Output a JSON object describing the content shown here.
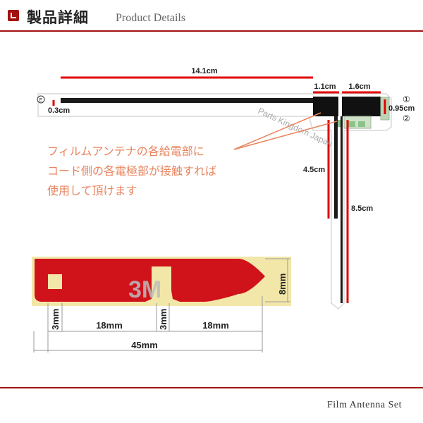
{
  "header": {
    "title": "製品詳細",
    "subtitle": "Product Details"
  },
  "footer": {
    "label": "Film Antenna Set"
  },
  "antenna": {
    "length_label": "14.1cm",
    "width_label": "0.3cm",
    "seg1_label": "1.1cm",
    "seg2_label": "1.6cm",
    "height_label": "0.95cm",
    "lead1_label": "4.5cm",
    "lead2_label": "8.5cm",
    "marker_e": "E",
    "marker_1": "①",
    "marker_2": "②",
    "watermark": "Parts Kingdom Japan"
  },
  "note": {
    "lines": [
      "フィルムアンテナの各給電部に",
      "コード側の各電極部が接触すれば",
      "使用して頂けます"
    ]
  },
  "tape": {
    "height_label": "8mm",
    "gap1_label": "3mm",
    "seg1_label": "18mm",
    "gap2_label": "3mm",
    "seg2_label": "18mm",
    "total_label": "45mm",
    "logo": "3M"
  },
  "colors": {
    "accent": "#a31111",
    "tape_red": "#d0121b",
    "tape_backing": "#f2e7a8",
    "note_orange": "#e8845e",
    "dim_red": "#e00000"
  }
}
